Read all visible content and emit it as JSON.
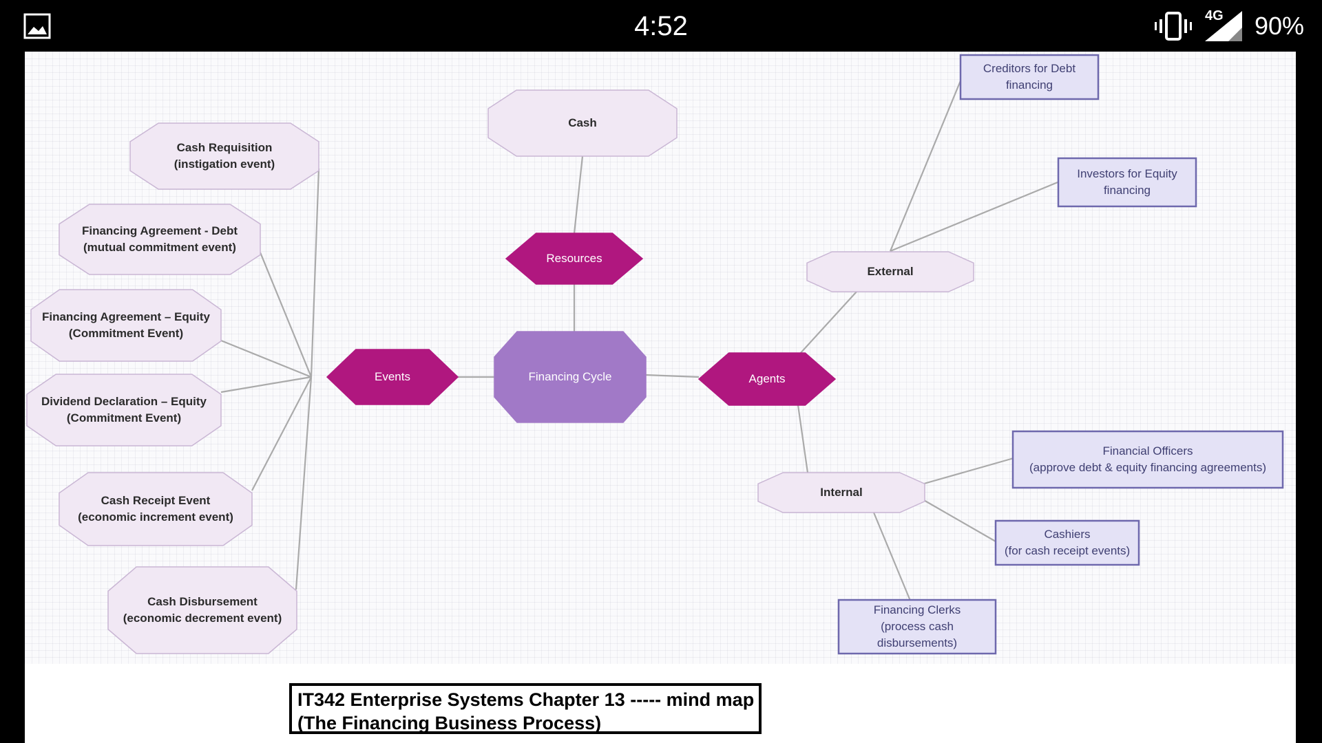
{
  "status_bar": {
    "time": "4:52",
    "network": "4G",
    "battery": "90%",
    "icons": [
      "gallery-icon",
      "vibrate-icon",
      "signal-icon"
    ]
  },
  "colors": {
    "accent": "#b0177f",
    "center": "#a179c7",
    "pale_node": "#f1e8f4",
    "box_fill": "#e4e2f6",
    "box_border": "#6e68ad",
    "line": "#aaaaaa"
  },
  "diagram": {
    "center": {
      "id": "financing-cycle",
      "label": "Financing Cycle"
    },
    "categories": [
      {
        "id": "resources",
        "label": "Resources"
      },
      {
        "id": "events",
        "label": "Events"
      },
      {
        "id": "agents",
        "label": "Agents"
      }
    ],
    "resources": [
      {
        "id": "cash",
        "label": "Cash"
      }
    ],
    "events": [
      {
        "id": "cash-requisition",
        "lines": [
          "Cash Requisition",
          "(instigation event)"
        ]
      },
      {
        "id": "financing-agreement-debt",
        "lines": [
          "Financing Agreement - Debt",
          "(mutual commitment event)"
        ]
      },
      {
        "id": "financing-agreement-equity",
        "lines": [
          "Financing Agreement – Equity",
          "(Commitment Event)"
        ]
      },
      {
        "id": "dividend-declaration",
        "lines": [
          "Dividend Declaration – Equity",
          "(Commitment Event)"
        ]
      },
      {
        "id": "cash-receipt",
        "lines": [
          "Cash Receipt Event",
          "(economic increment event)"
        ]
      },
      {
        "id": "cash-disbursement",
        "lines": [
          "Cash Disbursement",
          "(economic decrement event)"
        ]
      }
    ],
    "agent_groups": [
      {
        "id": "external",
        "label": "External"
      },
      {
        "id": "internal",
        "label": "Internal"
      }
    ],
    "agents": [
      {
        "id": "creditors",
        "group": "external",
        "lines": [
          "Creditors for Debt",
          "financing"
        ]
      },
      {
        "id": "investors",
        "group": "external",
        "lines": [
          "Investors for Equity",
          "financing"
        ]
      },
      {
        "id": "financial-officers",
        "group": "internal",
        "lines": [
          "Financial Officers",
          "(approve debt & equity financing agreements)"
        ]
      },
      {
        "id": "cashiers",
        "group": "internal",
        "lines": [
          "Cashiers",
          "(for cash receipt events)"
        ]
      },
      {
        "id": "financing-clerks",
        "group": "internal",
        "lines": [
          "Financing Clerks",
          "(process cash",
          "disbursements)"
        ]
      }
    ],
    "title": [
      "IT342 Enterprise Systems Chapter 13  ----- mind map",
      "(The Financing Business Process)"
    ]
  }
}
